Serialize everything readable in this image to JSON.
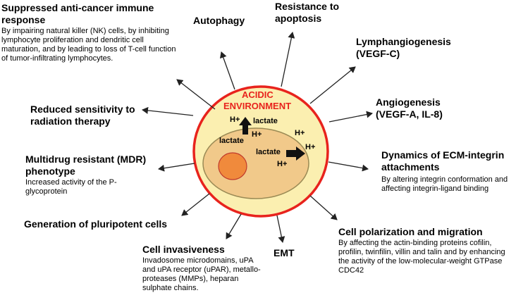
{
  "labels": {
    "immune": {
      "title": "Suppressed anti-cancer immune response",
      "desc": "By impairing natural killer (NK) cells, by inhibiting lymphocyte proliferation and dendritic cell maturation, and by leading to loss of T-cell function of tumor-infiltrating lymphocytes."
    },
    "autophagy": {
      "title": "Autophagy"
    },
    "apoptosis": {
      "title": "Resistance to apoptosis"
    },
    "lymph": {
      "title": "Lymphangiogenesis (VEGF-C)"
    },
    "angio": {
      "title": "Angiogenesis (VEGF-A, IL-8)"
    },
    "ecm": {
      "title": "Dynamics of ECM-integrin attachments",
      "desc": "By altering integrin conformation and affecting integrin-ligand binding"
    },
    "polar": {
      "title": "Cell polarization and migration",
      "desc": "By affecting the actin-binding proteins cofilin, profilin, twinfilin, villin and talin and by enhancing the activity of the low-molecular-weight GTPase CDC42"
    },
    "emt": {
      "title": "EMT"
    },
    "invasive": {
      "title": "Cell invasiveness",
      "desc": "Invadosome microdomains, uPA and uPA receptor (uPAR), metallo-proteases (MMPs), heparan sulphate chains."
    },
    "pluri": {
      "title": "Generation of pluripotent cells"
    },
    "mdr": {
      "title": "Multidrug resistant (MDR) phenotype",
      "desc": "Increased activity of the P-glycoprotein"
    },
    "radio": {
      "title": "Reduced sensitivity to radiation therapy"
    }
  },
  "center": {
    "title_line1": "ACIDIC",
    "title_line2": "ENVIRONMENT",
    "h1": "H+",
    "h2": "H+",
    "h3": "H+",
    "h4": "H+",
    "h5": "H+",
    "lactate1": "lactate",
    "lactate2": "lactate",
    "lactate3": "lactate"
  },
  "colors": {
    "outer_border": "#e8231d",
    "outer_fill": "#fbefb0",
    "cell_fill": "#f1c98a",
    "cell_border": "#9a8a55",
    "nucleus_fill": "#f08a3c",
    "nucleus_border": "#c0392b",
    "title_text": "#e8231d"
  }
}
